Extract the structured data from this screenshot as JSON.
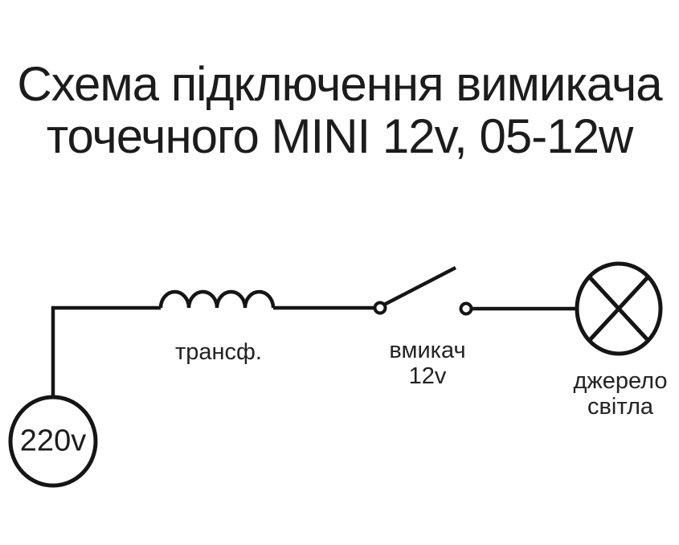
{
  "title": {
    "line1": "Схема підключення вимикача",
    "line2": "точечного MINI 12v, 05-12w"
  },
  "diagram": {
    "type": "circuit-schematic",
    "stroke_color": "#151515",
    "background_color": "#ffffff",
    "components": {
      "power_source": {
        "label": "220v",
        "symbol": "circle"
      },
      "transformer": {
        "label": "трансф.",
        "symbol": "inductor-coil-4-humps"
      },
      "switch": {
        "label_line1": "вмикач",
        "label_line2": "12v",
        "symbol": "open-switch-two-contacts",
        "state": "open"
      },
      "lamp": {
        "label_line1": "джерело",
        "label_line2": "світла",
        "symbol": "circle-with-x"
      }
    },
    "connections": [
      "power_source -> transformer",
      "transformer -> switch",
      "switch -> lamp"
    ]
  }
}
